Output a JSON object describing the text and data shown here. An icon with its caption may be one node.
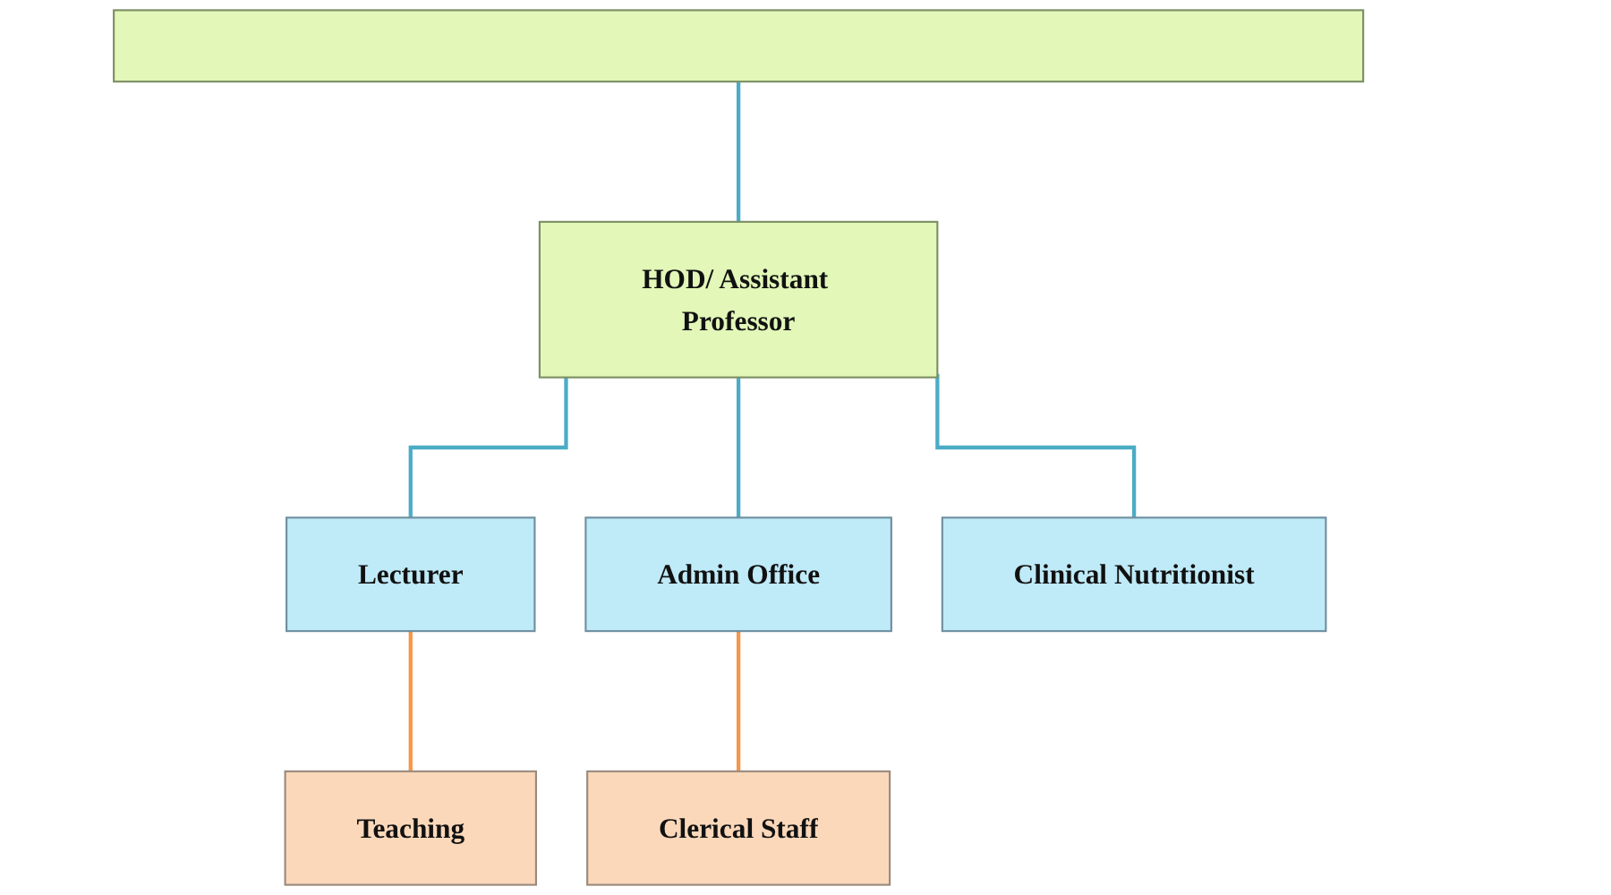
{
  "diagram": {
    "nodes": [
      {
        "text": [],
        "shape": "box"
      },
      {
        "text": [
          "HOD/ Assistant Professor"
        ]
      },
      {
        "text": [
          "Lecturer"
        ]
      },
      {
        "text": [
          "Admin Office"
        ]
      },
      {
        "text": [
          "Clinical Nutritionist"
        ]
      },
      {
        "text": [
          "Teaching"
        ]
      },
      {
        "text": [
          "Clerical Staff"
        ]
      }
    ],
    "edges": [
      {
        "from": 0,
        "to": 1,
        "arrow": "none"
      },
      {
        "from": 1,
        "to": 2,
        "arrow": "none"
      },
      {
        "from": 1,
        "to": 3,
        "arrow": "none"
      },
      {
        "from": 1,
        "to": 4,
        "arrow": "none"
      },
      {
        "from": 2,
        "to": 5,
        "arrow": "none",
        "color": "#f79646"
      },
      {
        "from": 3,
        "to": 6,
        "arrow": "none",
        "color": "#f79646"
      }
    ]
  }
}
